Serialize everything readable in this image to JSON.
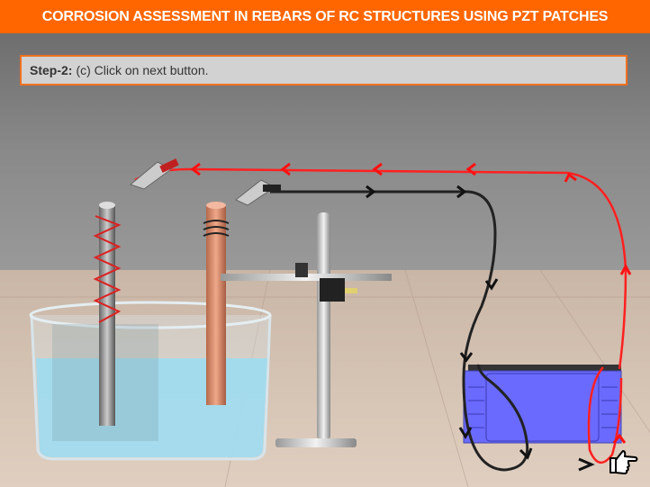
{
  "header": {
    "title": "CORROSION ASSESSMENT IN REBARS OF RC STRUCTURES USING PZT PATCHES"
  },
  "instruction": {
    "step": "Step-2:",
    "text": "(c) Click on next button."
  },
  "colors": {
    "header": "#ff6600",
    "red_wire": "#ff2020",
    "black_wire": "#222222",
    "battery": "#6a6aff",
    "water": "#9fdcf0"
  },
  "next_button": {
    "icon": "pointing-hand-icon"
  }
}
